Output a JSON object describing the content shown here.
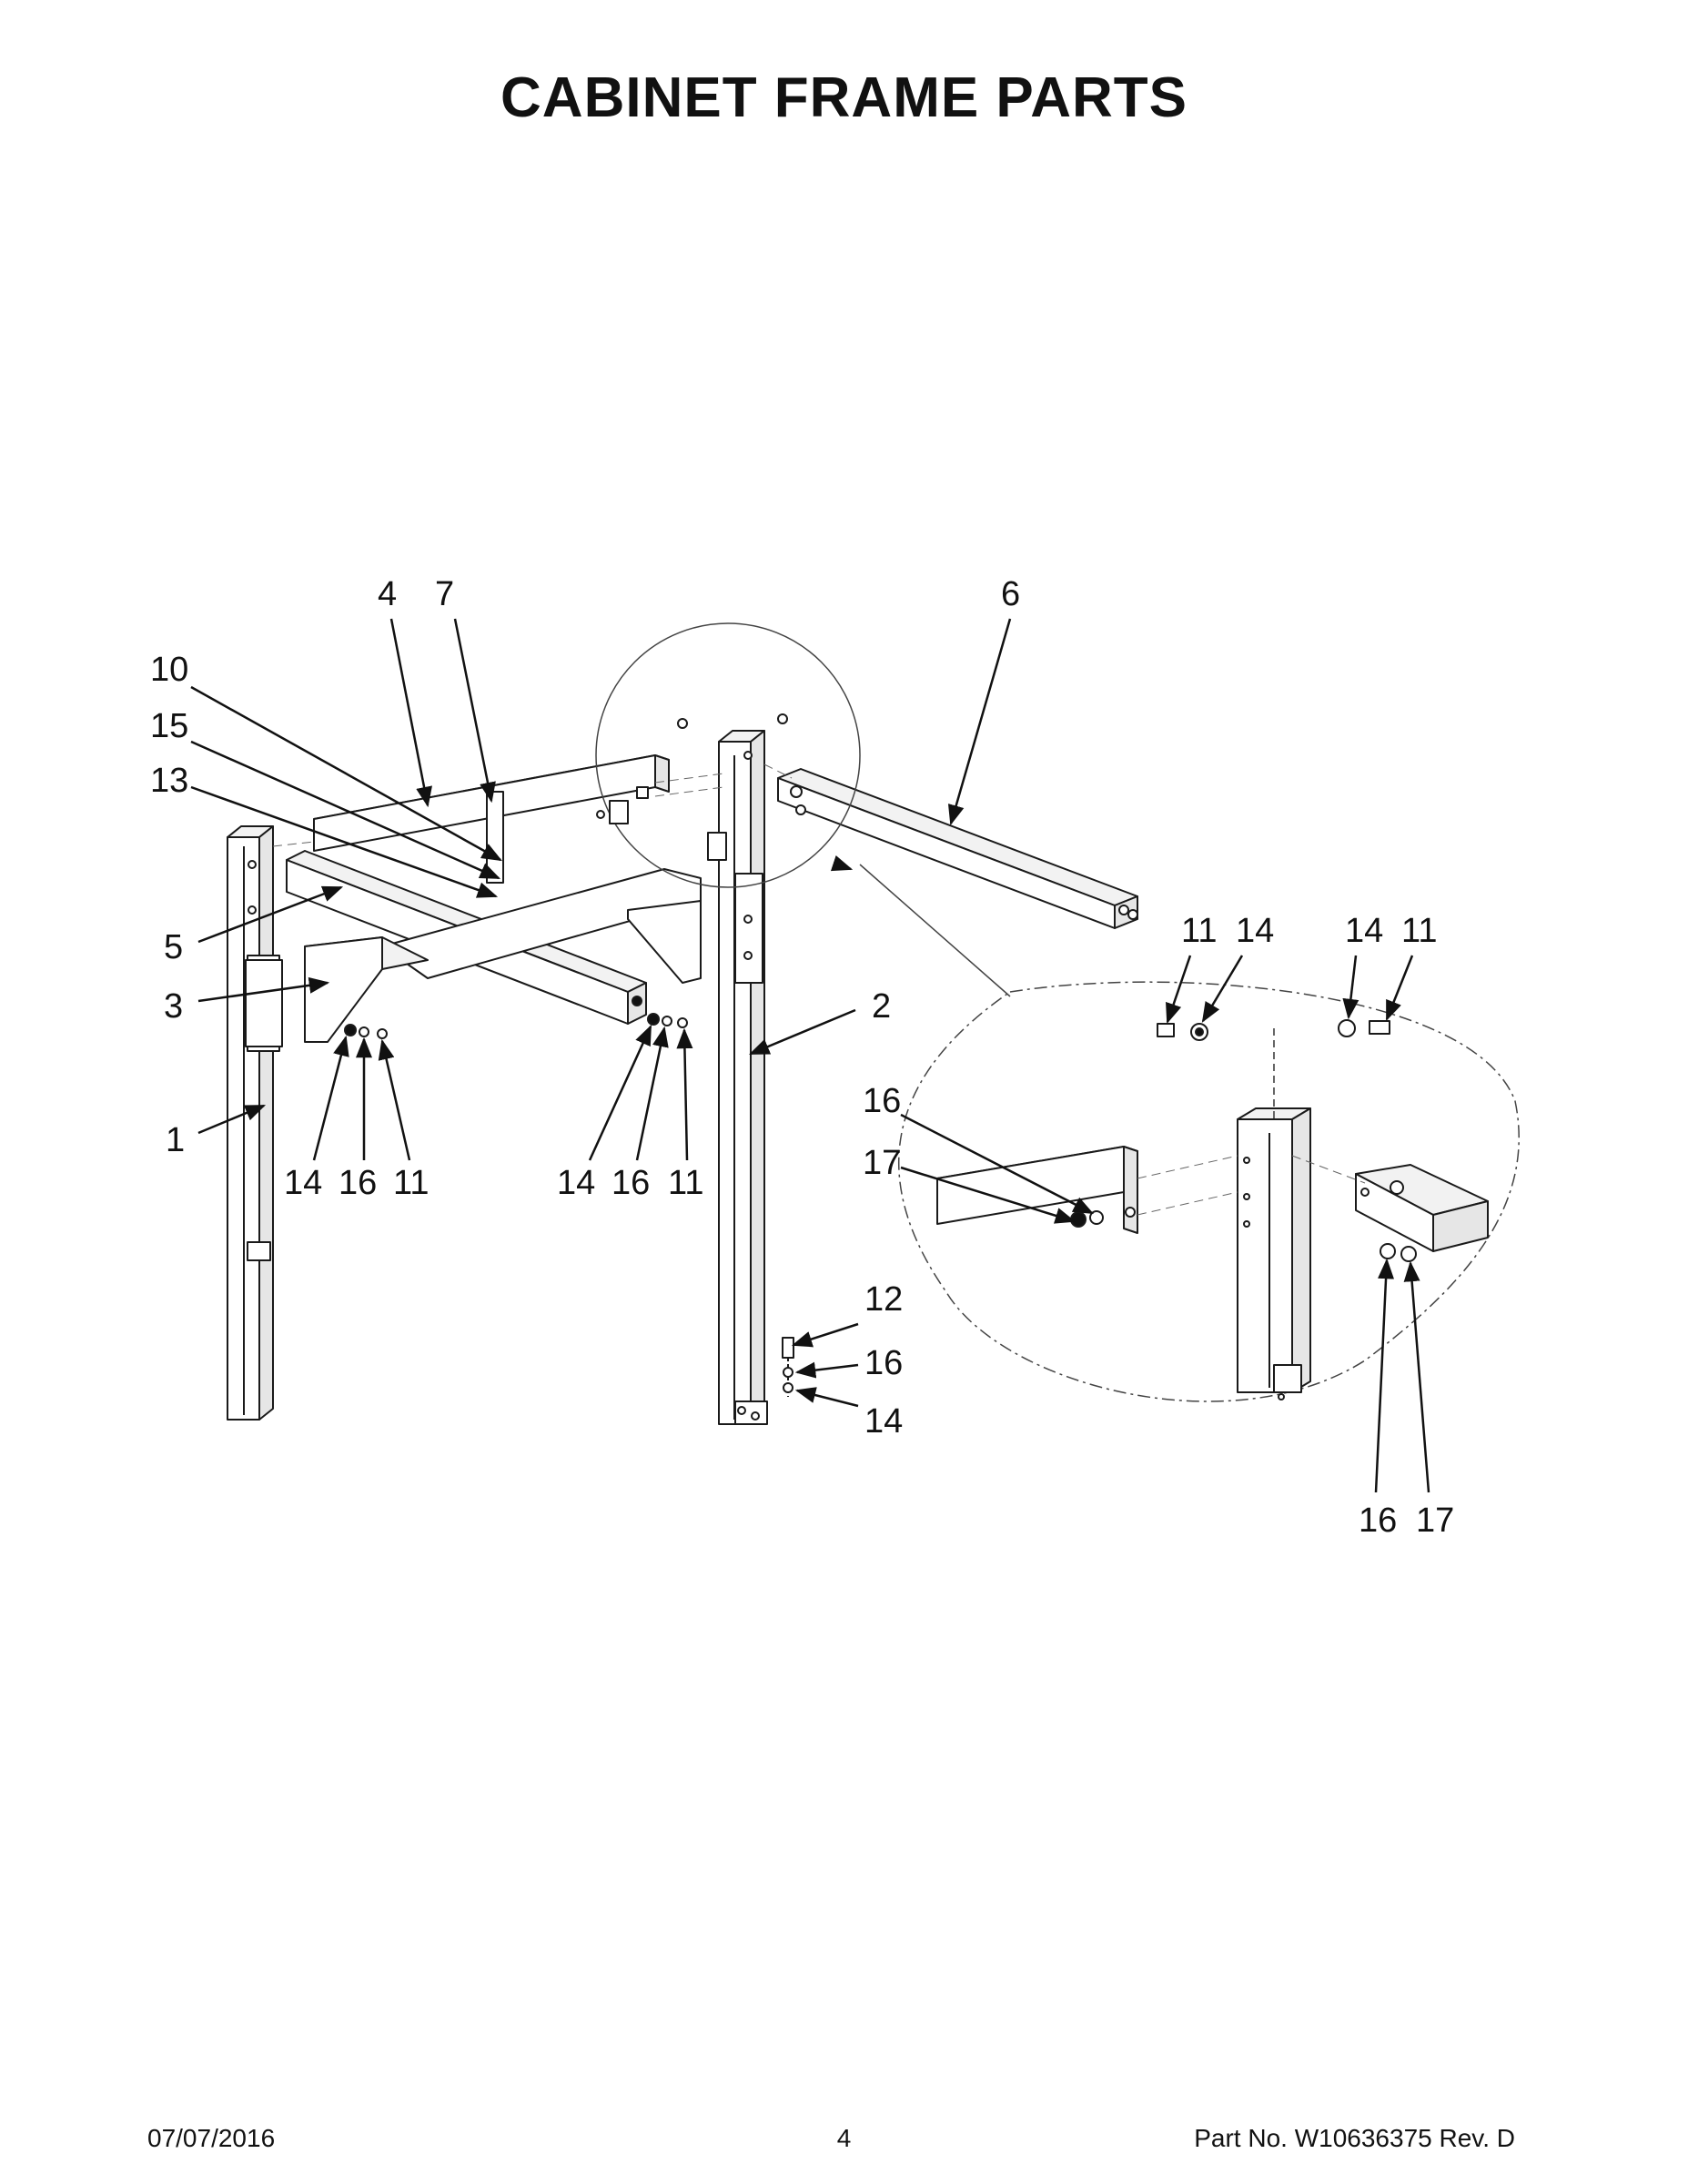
{
  "page": {
    "title": "CABINET FRAME PARTS",
    "footer": {
      "date": "07/07/2016",
      "page_number": "4",
      "part_number": "Part No.  W10636375  Rev.  D"
    }
  },
  "callouts": {
    "c4": "4",
    "c7": "7",
    "c6": "6",
    "c10": "10",
    "c15": "15",
    "c13": "13",
    "c5": "5",
    "c3": "3",
    "c1": "1",
    "c2": "2",
    "c14a": "14",
    "c16a": "16",
    "c11a": "11",
    "c14b": "14",
    "c16b": "16",
    "c11b": "11",
    "c12": "12",
    "c16c": "16",
    "c14c": "14",
    "c11d": "11",
    "c14d": "14",
    "c14e": "14",
    "c11e": "11",
    "c16d": "16",
    "c17d": "17",
    "c16e": "16",
    "c17e": "17"
  },
  "colors": {
    "line": "#1a1a1a",
    "panel": "#ffffff",
    "shade": "#e6e6e6"
  }
}
